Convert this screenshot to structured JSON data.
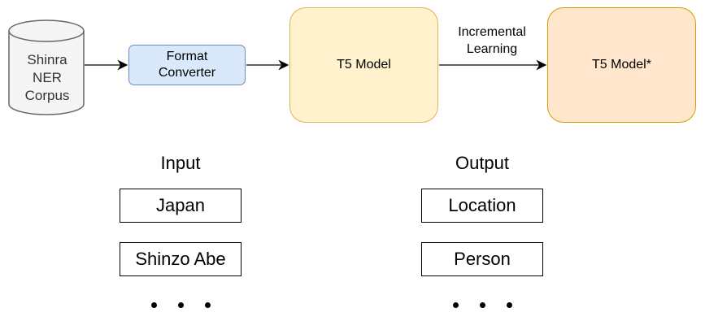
{
  "diagram": {
    "corpus_label": [
      "Shinra",
      "NER",
      "Corpus"
    ],
    "format_converter_label": [
      "Format",
      "Converter"
    ],
    "t5_model_label": "T5 Model",
    "t5_model_star_label": "T5 Model*",
    "edge_label": [
      "Incremental",
      "Learning"
    ]
  },
  "examples": {
    "input_heading": "Input",
    "output_heading": "Output",
    "inputs": [
      "Japan",
      "Shinzo Abe"
    ],
    "outputs": [
      "Location",
      "Person"
    ]
  },
  "colors": {
    "converter_fill": "#dae8fc",
    "converter_stroke": "#6c8ebf",
    "t5_fill": "#fff2cc",
    "t5_stroke": "#d6b656",
    "t5_star_fill": "#ffe6cc",
    "t5_star_stroke": "#d79b00",
    "cylinder_fill": "#f5f5f5",
    "cylinder_stroke": "#666666"
  }
}
